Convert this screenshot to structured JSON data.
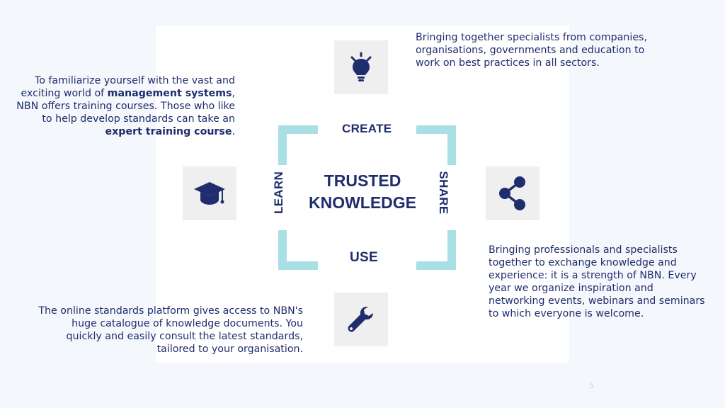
{
  "diagram": {
    "center_line1": "TRUSTED",
    "center_line2": "KNOWLEDGE",
    "label_top": "CREATE",
    "label_bottom": "USE",
    "label_left": "LEARN",
    "label_right": "SHARE"
  },
  "texts": {
    "create": "Bringing together specialists from companies, organisations, governments and education to work on best practices in all sectors.",
    "learn": {
      "part1": "To familiarize yourself with the vast and exciting world of ",
      "bold1": "management systems",
      "part2": ", NBN offers training courses. Those who like to help develop standards can take an ",
      "bold2": "expert training course",
      "part3": "."
    },
    "share": "Bringing professionals and specialists together to exchange knowledge and experience: it is a strength of NBN. Every year we organize inspiration and networking events, webinars and seminars to which everyone is welcome.",
    "use": "The online standards platform gives access to NBN's huge catalogue of knowledge documents. You quickly and easily consult the latest standards, tailored to your organisation."
  },
  "icons": {
    "create": "lightbulb-icon",
    "learn": "graduation-cap-icon",
    "share": "share-icon",
    "use": "wrench-icon"
  },
  "colors": {
    "navy": "#1f2d6e",
    "bracket": "#a8e0e6",
    "icon_bg": "#efefef"
  },
  "page_number": "5"
}
